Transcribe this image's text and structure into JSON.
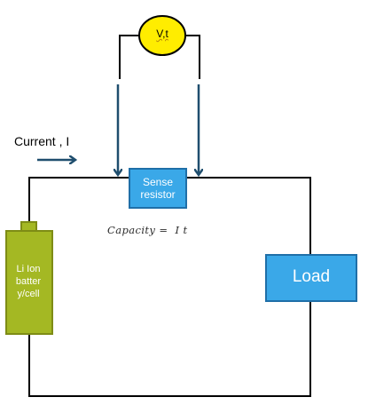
{
  "current_label": "Current , I",
  "meter": {
    "label": "V,t"
  },
  "sense_resistor": {
    "lines": [
      "Sense",
      "resistor"
    ]
  },
  "formula": "Capacity =  I t",
  "battery": {
    "lines": [
      "Li Ion",
      "batter",
      "y/cell"
    ]
  },
  "load": {
    "label": "Load"
  },
  "colors": {
    "wire": "#000000",
    "arrow": "#1f4e6e",
    "meter_fill": "#ffed00",
    "block_fill": "#3aa8e8",
    "block_border": "#1f6fa8",
    "battery_fill": "#a4b823",
    "battery_border": "#7e8c15"
  }
}
